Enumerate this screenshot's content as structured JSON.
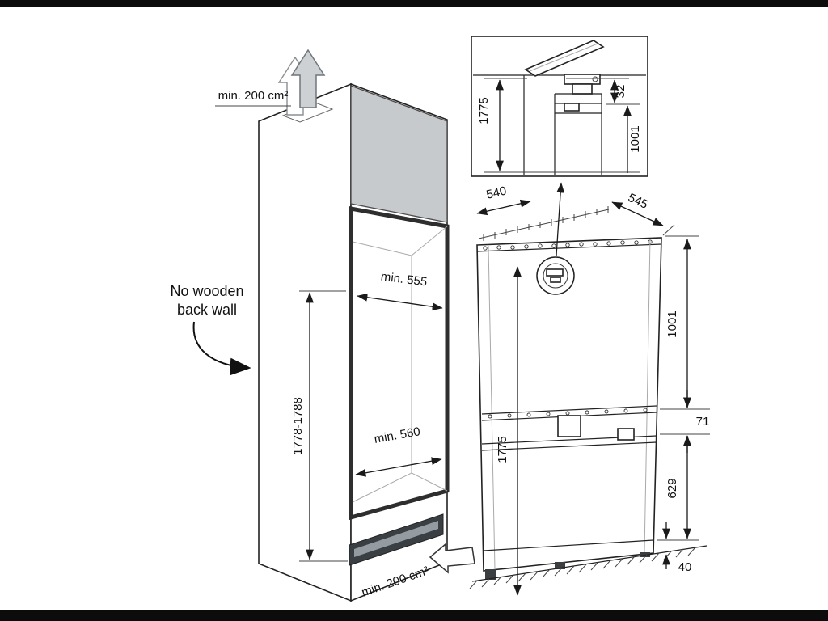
{
  "title": "Refrigerator built-in installation diagram",
  "colors": {
    "background": "#ffffff",
    "line": "#222222",
    "door_gray": "#c7cacc",
    "vent_dark": "#3a3f44",
    "letterbox": "#0c0c0c"
  },
  "cabinet": {
    "top_vent_label": "min. 200 cm²",
    "note_line1": "No wooden",
    "note_line2": "back wall",
    "niche_width_label": "min. 555",
    "niche_height_label": "1778-1788",
    "niche_depth_label": "min. 560",
    "bottom_vent_label": "min. 200 cm²"
  },
  "detail_inset": {
    "height_label": "1775",
    "hinge_gap_label": "32",
    "upper_door_label": "1001"
  },
  "appliance": {
    "width_label": "540",
    "depth_label": "545",
    "height_label": "1775",
    "upper_door_label": "1001",
    "gap_label": "71",
    "lower_door_label": "629",
    "plinth_label": "40"
  }
}
